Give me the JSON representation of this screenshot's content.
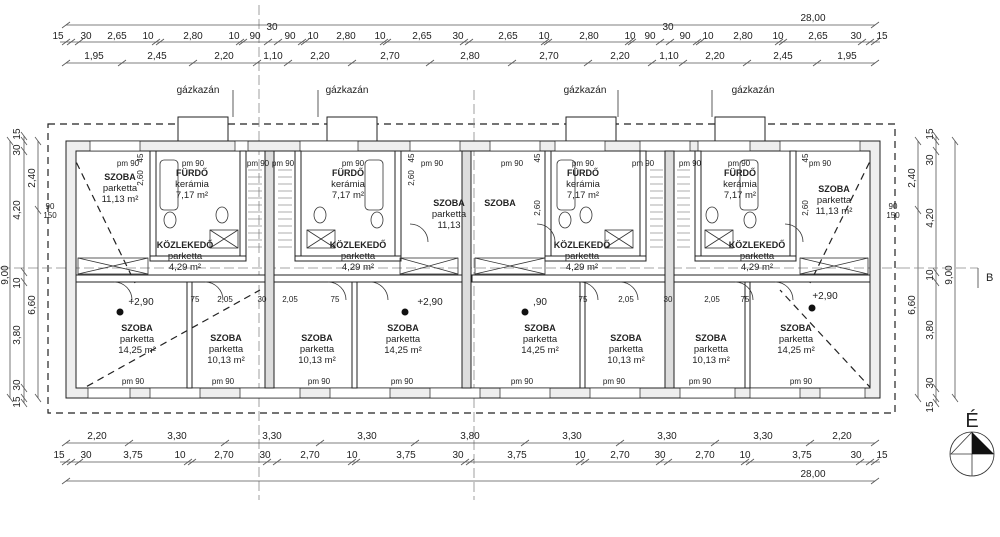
{
  "dimensions": {
    "top_total": "28,00",
    "top_row2": [
      "15",
      "30",
      "2,65",
      "10",
      "2,80",
      "10",
      "90",
      "30",
      "90",
      "10",
      "2,80",
      "10",
      "2,65",
      "30",
      "2,65",
      "10",
      "2,80",
      "10",
      "90",
      "30",
      "90",
      "10",
      "2,80",
      "10",
      "2,65",
      "30",
      "15"
    ],
    "top_row3": [
      "1,95",
      "2,45",
      "2,20",
      "1,10",
      "2,20",
      "2,70",
      "2,80",
      "2,70",
      "2,20",
      "1,10",
      "2,20",
      "2,45",
      "1,95"
    ],
    "bottom_row1": [
      "2,20",
      "3,30",
      "3,30",
      "3,30",
      "3,80",
      "3,30",
      "3,30",
      "3,30",
      "2,20"
    ],
    "bottom_row2": [
      "15",
      "30",
      "3,75",
      "10",
      "2,70",
      "30",
      "2,70",
      "10",
      "3,75",
      "30",
      "3,75",
      "10",
      "2,70",
      "30",
      "2,70",
      "10",
      "3,75",
      "30",
      "15"
    ],
    "bottom_total": "28,00",
    "left_outer": "9,00",
    "left_mid": [
      "15",
      "30",
      "4,20",
      "10",
      "3,80",
      "30",
      "15"
    ],
    "left_inner": [
      "2,40",
      "6,60"
    ],
    "right_inner": [
      "2,40",
      "6,60"
    ],
    "right_mid": [
      "15",
      "30",
      "4,20",
      "10",
      "3,80",
      "30",
      "15"
    ],
    "right_outer": "9,00",
    "interior": [
      "75",
      "2,05",
      "30",
      "2,05",
      "75",
      "75",
      "2,05",
      "30",
      "2,05",
      "75",
      "2,60",
      "45",
      "2,60",
      "45",
      "2,60",
      "45",
      "2,60",
      "45"
    ]
  },
  "labels": {
    "boiler": [
      "gázkazán",
      "gázkazán",
      "gázkazán",
      "gázkazán"
    ],
    "section_marker": "B",
    "north": "É",
    "levels": [
      "+2,90",
      "+2,90",
      ",90",
      "+2,90"
    ],
    "sill_heights": [
      "pm 90",
      "pm 90",
      "pm 90",
      "pm 90",
      "pm 90",
      "pm 90",
      "pm 90",
      "pm 90",
      "pm 90",
      "pm 90",
      "pm 90",
      "pm 90",
      "pm 90",
      "pm 90",
      "pm 90",
      "pm 90",
      "pm 90",
      "pm 90",
      "pm 90",
      "pm 90"
    ],
    "window_sizes": [
      "90",
      "150",
      "90",
      "150"
    ]
  },
  "rooms": [
    {
      "name": "SZOBA",
      "floor": "parketta",
      "area": "11,13 m²"
    },
    {
      "name": "FÜRDŐ",
      "floor": "kerámia",
      "area": "7,17 m²"
    },
    {
      "name": "KÖZLEKEDŐ",
      "floor": "parketta",
      "area": "4,29 m²"
    },
    {
      "name": "FÜRDŐ",
      "floor": "kerámia",
      "area": "7,17 m²"
    },
    {
      "name": "KÖZLEKEDŐ",
      "floor": "parketta",
      "area": "4,29 m²"
    },
    {
      "name": "SZOBA",
      "floor": "parketta",
      "area": "11,13"
    },
    {
      "name": "SZOBA",
      "floor": "",
      "area": ""
    },
    {
      "name": "FÜRDŐ",
      "floor": "kerámia",
      "area": "7,17 m²"
    },
    {
      "name": "KÖZLEKEDŐ",
      "floor": "parketta",
      "area": "4,29 m²"
    },
    {
      "name": "FÜRDŐ",
      "floor": "kerámia",
      "area": "7,17 m²"
    },
    {
      "name": "KÖZLEKEDŐ",
      "floor": "parketta",
      "area": "4,29 m²"
    },
    {
      "name": "SZOBA",
      "floor": "parketta",
      "area": "11,13 m²"
    },
    {
      "name": "SZOBA",
      "floor": "parketta",
      "area": "14,25 m²"
    },
    {
      "name": "SZOBA",
      "floor": "parketta",
      "area": "10,13 m²"
    },
    {
      "name": "SZOBA",
      "floor": "parketta",
      "area": "10,13 m²"
    },
    {
      "name": "SZOBA",
      "floor": "parketta",
      "area": "14,25 m²"
    },
    {
      "name": "SZOBA",
      "floor": "parketta",
      "area": "14,25 m²"
    },
    {
      "name": "SZOBA",
      "floor": "parketta",
      "area": "10,13 m²"
    },
    {
      "name": "SZOBA",
      "floor": "parketta",
      "area": "10,13 m²"
    },
    {
      "name": "SZOBA",
      "floor": "parketta",
      "area": "14,25 m²"
    }
  ]
}
